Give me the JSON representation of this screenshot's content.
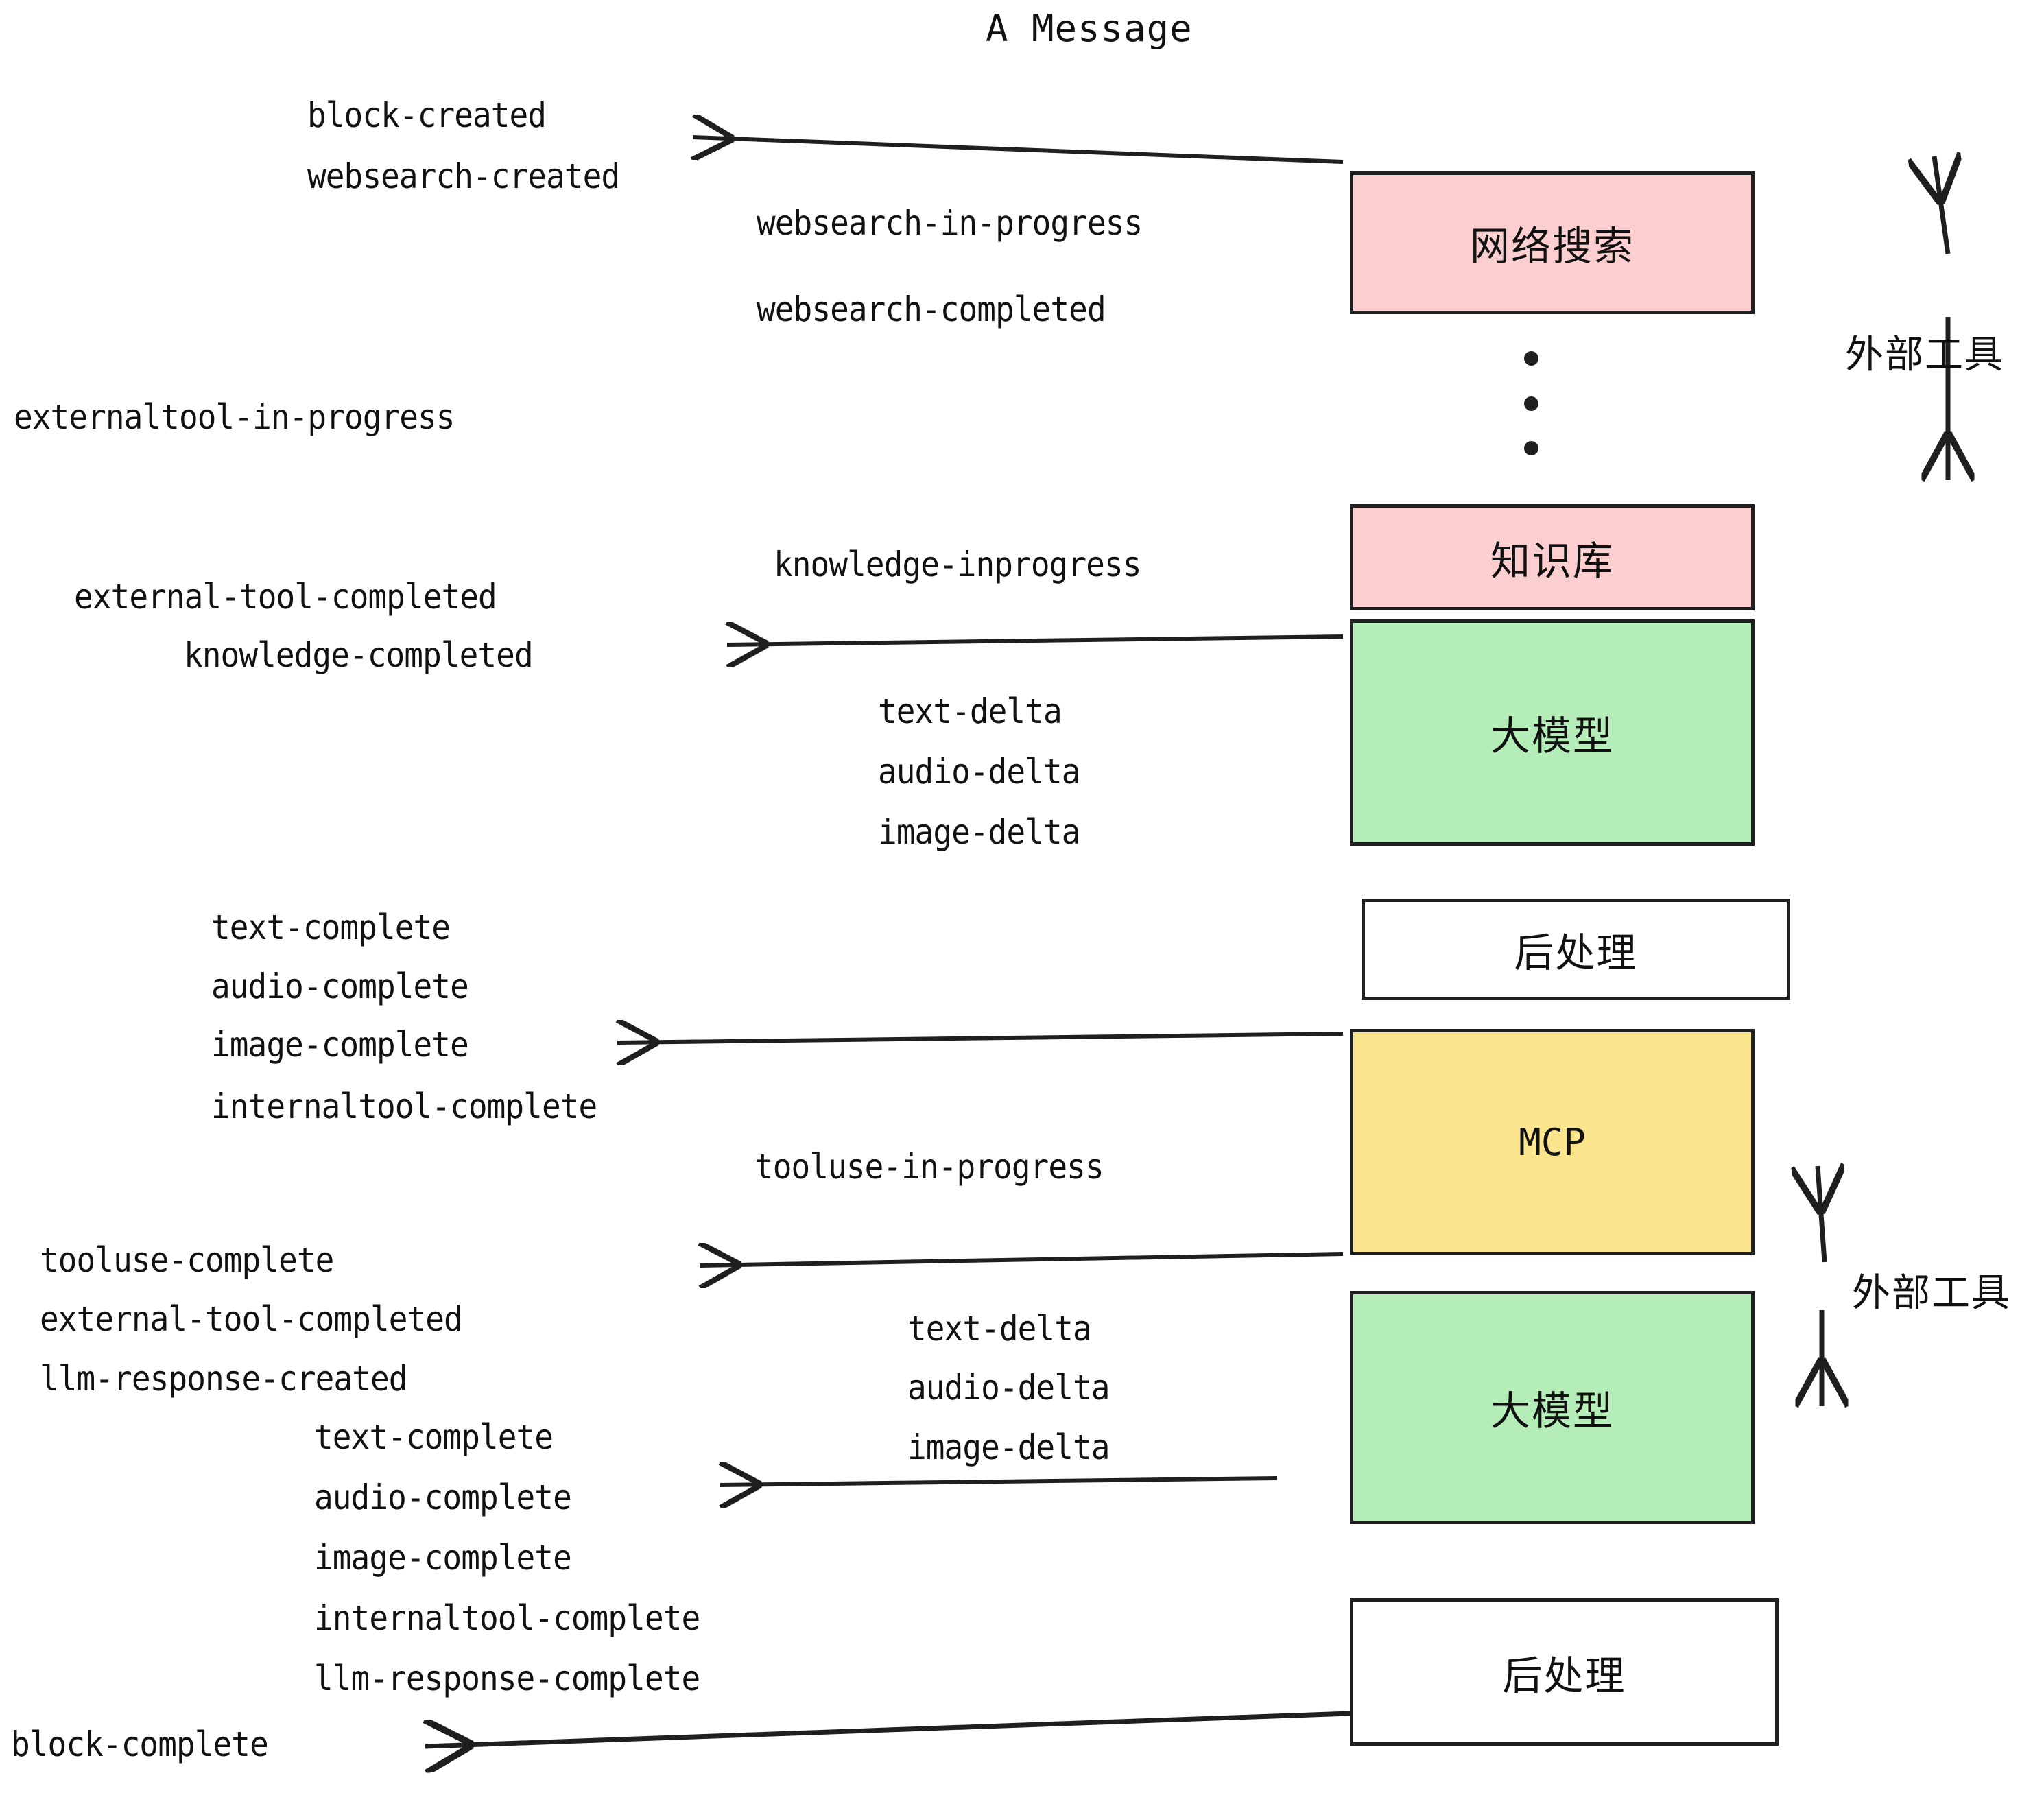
{
  "title": "A Message",
  "colors": {
    "pink": "#fbcfcf",
    "green": "#b4edb8",
    "yellow": "#fae48c",
    "white": "#ffffff",
    "stroke": "#1f1f1f",
    "text": "#111111"
  },
  "boxes": {
    "websearch": "网络搜索",
    "knowledge": "知识库",
    "llm_top": "大模型",
    "postprocess_top": "后处理",
    "mcp": "MCP",
    "llm_bottom": "大模型",
    "postprocess_bottom": "后处理"
  },
  "side_labels": {
    "external_tools_top": "外部工具",
    "external_tools_bottom": "外部工具"
  },
  "events": {
    "block_created": "block-created",
    "websearch_created": "websearch-created",
    "websearch_in_progress": "websearch-in-progress",
    "websearch_completed": "websearch-completed",
    "externaltool_in_progress": "externaltool-in-progress",
    "knowledge_inprogress": "knowledge-inprogress",
    "external_tool_completed_1": "external-tool-completed",
    "knowledge_completed": "knowledge-completed",
    "text_delta_1": "text-delta",
    "audio_delta_1": "audio-delta",
    "image_delta_1": "image-delta",
    "text_complete_1": "text-complete",
    "audio_complete_1": "audio-complete",
    "image_complete_1": "image-complete",
    "internaltool_complete_1": "internaltool-complete",
    "tooluse_in_progress": "tooluse-in-progress",
    "tooluse_complete": "tooluse-complete",
    "external_tool_completed_2": "external-tool-completed",
    "llm_response_created": "llm-response-created",
    "text_complete_2": "text-complete",
    "audio_complete_2": "audio-complete",
    "image_complete_2": "image-complete",
    "internaltool_complete_2": "internaltool-complete",
    "llm_response_complete": "llm-response-complete",
    "text_delta_2": "text-delta",
    "audio_delta_2": "audio-delta",
    "image_delta_2": "image-delta",
    "block_complete": "block-complete"
  }
}
